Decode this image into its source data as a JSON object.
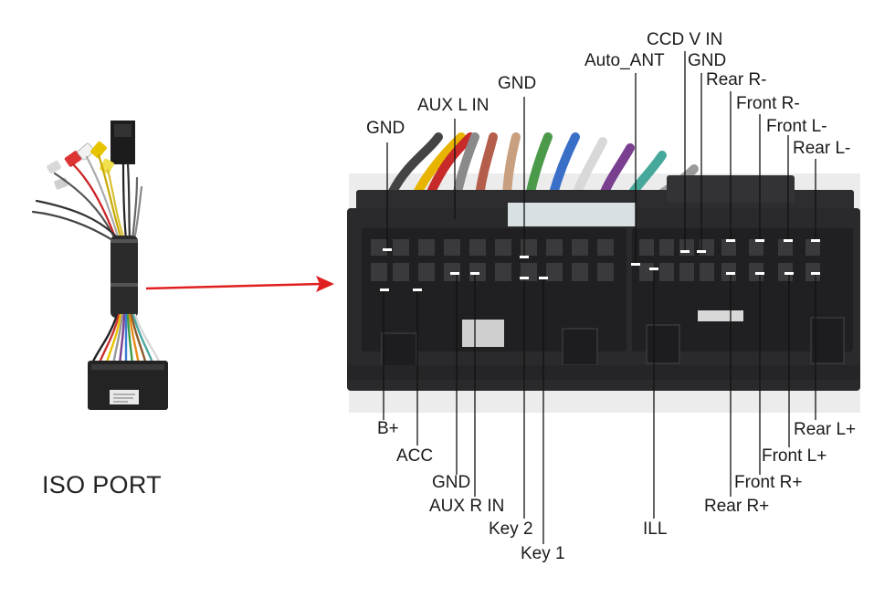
{
  "title": "ISO PORT",
  "top_labels": [
    {
      "key": "gnd-left",
      "text": "GND"
    },
    {
      "key": "aux-l-in",
      "text": "AUX L IN"
    },
    {
      "key": "gnd-mid",
      "text": "GND"
    },
    {
      "key": "auto-ant",
      "text": "Auto_ANT"
    },
    {
      "key": "ccd-v-in",
      "text": "CCD V IN"
    },
    {
      "key": "gnd-right",
      "text": "GND"
    },
    {
      "key": "rear-r-minus",
      "text": "Rear R-"
    },
    {
      "key": "front-r-minus",
      "text": "Front R-"
    },
    {
      "key": "front-l-minus",
      "text": "Front L-"
    },
    {
      "key": "rear-l-minus",
      "text": "Rear L-"
    }
  ],
  "bottom_labels": [
    {
      "key": "b-plus",
      "text": "B+"
    },
    {
      "key": "acc",
      "text": "ACC"
    },
    {
      "key": "gnd-bottom",
      "text": "GND"
    },
    {
      "key": "aux-r-in",
      "text": "AUX R IN"
    },
    {
      "key": "key-2",
      "text": "Key 2"
    },
    {
      "key": "key-1",
      "text": "Key 1"
    },
    {
      "key": "ill",
      "text": "ILL"
    },
    {
      "key": "rear-r-plus",
      "text": "Rear R+"
    },
    {
      "key": "front-r-plus",
      "text": "Front R+"
    },
    {
      "key": "front-l-plus",
      "text": "Front L+"
    },
    {
      "key": "rear-l-plus",
      "text": "Rear L+"
    }
  ],
  "colors": {
    "arrow": "#e02020",
    "leader": "#111111",
    "connector": "#2a2a2c",
    "background": "#ffffff"
  }
}
